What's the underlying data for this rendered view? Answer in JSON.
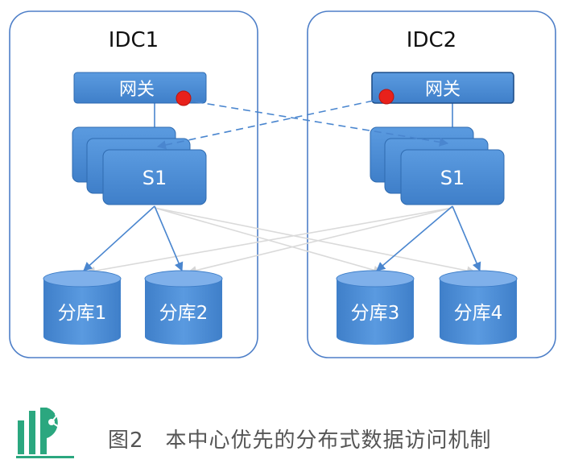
{
  "diagram": {
    "idcs": [
      {
        "title": "IDC1",
        "gateway": "网关",
        "service": "S1",
        "dbs": [
          "分库1",
          "分库2"
        ]
      },
      {
        "title": "IDC2",
        "gateway": "网关",
        "service": "S1",
        "dbs": [
          "分库3",
          "分库4"
        ]
      }
    ],
    "colors": {
      "container_border": "#4e7fc8",
      "node_fill": "#4f8fd6",
      "node_stroke": "#2f6bb0",
      "edge_local": "#4a86cf",
      "edge_cross": "#d9d9d9",
      "marker": "#e8211b"
    }
  },
  "caption": {
    "text": "图2　本中心优先的分布式数据访问机制",
    "logo_icon": "share-logo-icon",
    "logo_color": "#2ba77f"
  }
}
